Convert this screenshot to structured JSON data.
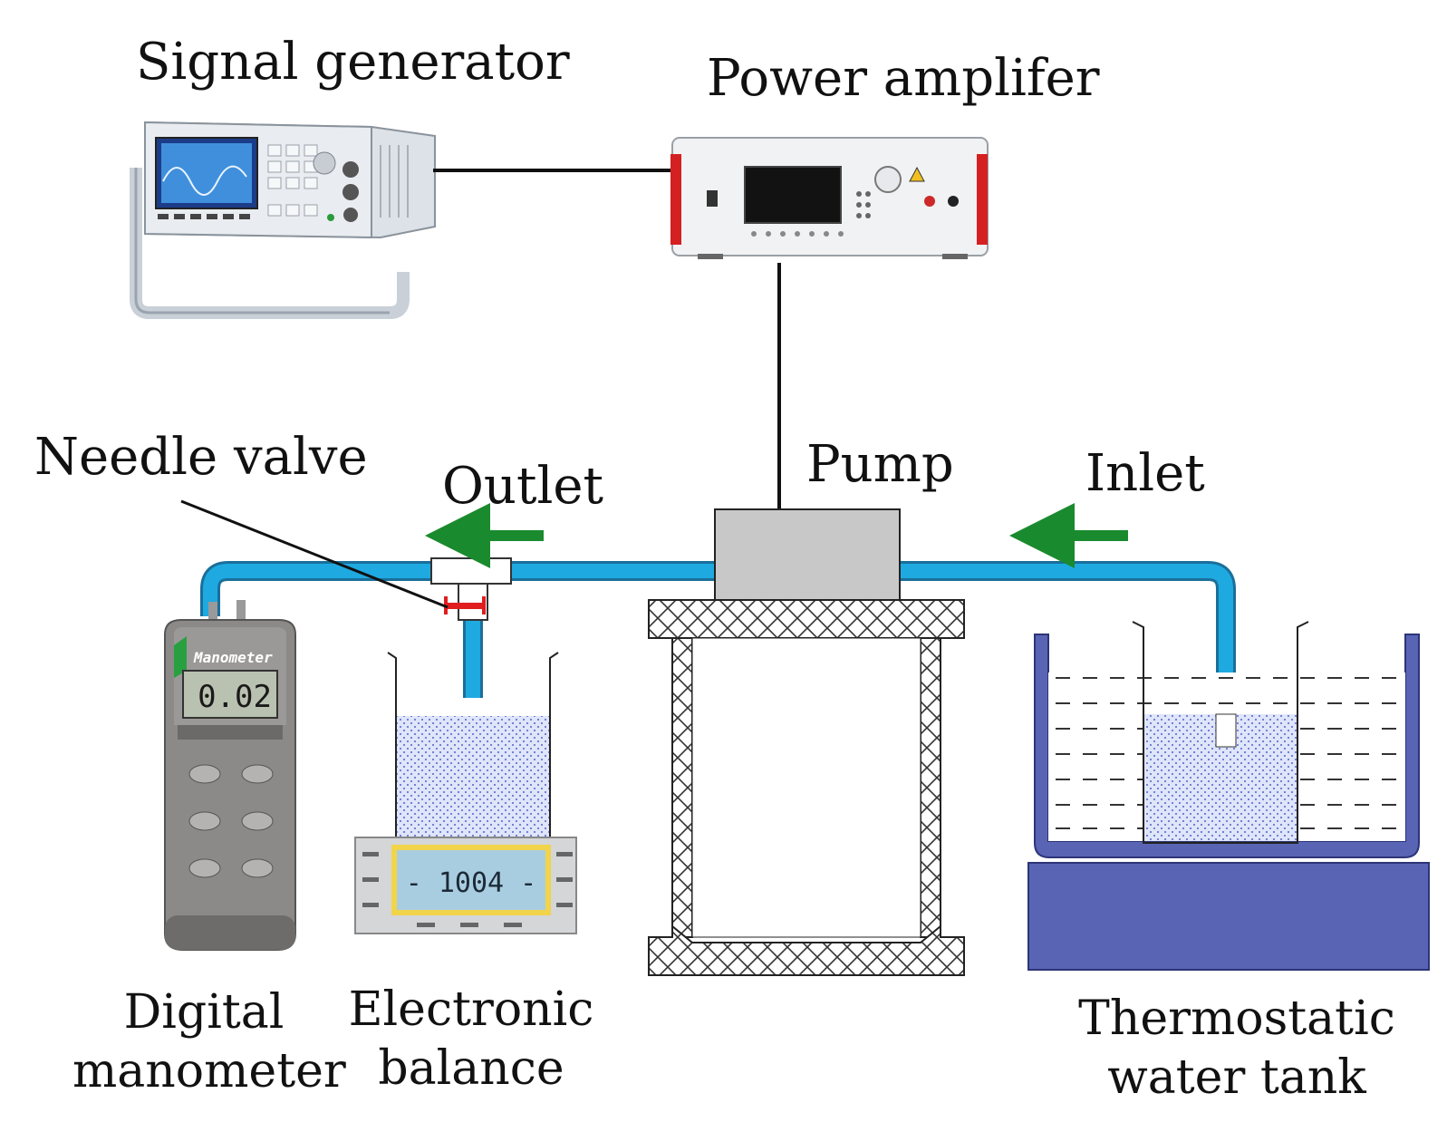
{
  "labels": {
    "signal_generator": "Signal generator",
    "power_amplifier": "Power amplifer",
    "needle_valve": "Needle valve",
    "outlet": "Outlet",
    "pump": "Pump",
    "inlet": "Inlet",
    "digital_manometer_line1": "Digital",
    "digital_manometer_line2": "manometer",
    "electronic_balance_line1": "Electronic",
    "electronic_balance_line2": "balance",
    "thermostatic_tank_line1": "Thermostatic",
    "thermostatic_tank_line2": "water tank"
  },
  "devices": {
    "manometer_brand": "Manometer",
    "manometer_reading": "0.02",
    "balance_reading": "- 1004 -"
  },
  "colors": {
    "pipe": "#1fa9e1",
    "flow_arrow": "#1a8a2e",
    "tank": "#5a64b4",
    "water": "#c9d2f2",
    "pump_body": "#c8c8c8",
    "amp_accent": "#d42020"
  },
  "icons": [
    "flow-arrow-left-icon",
    "needle-valve-icon",
    "manometer-icon",
    "balance-icon",
    "signal-generator-icon",
    "power-amplifier-icon"
  ]
}
